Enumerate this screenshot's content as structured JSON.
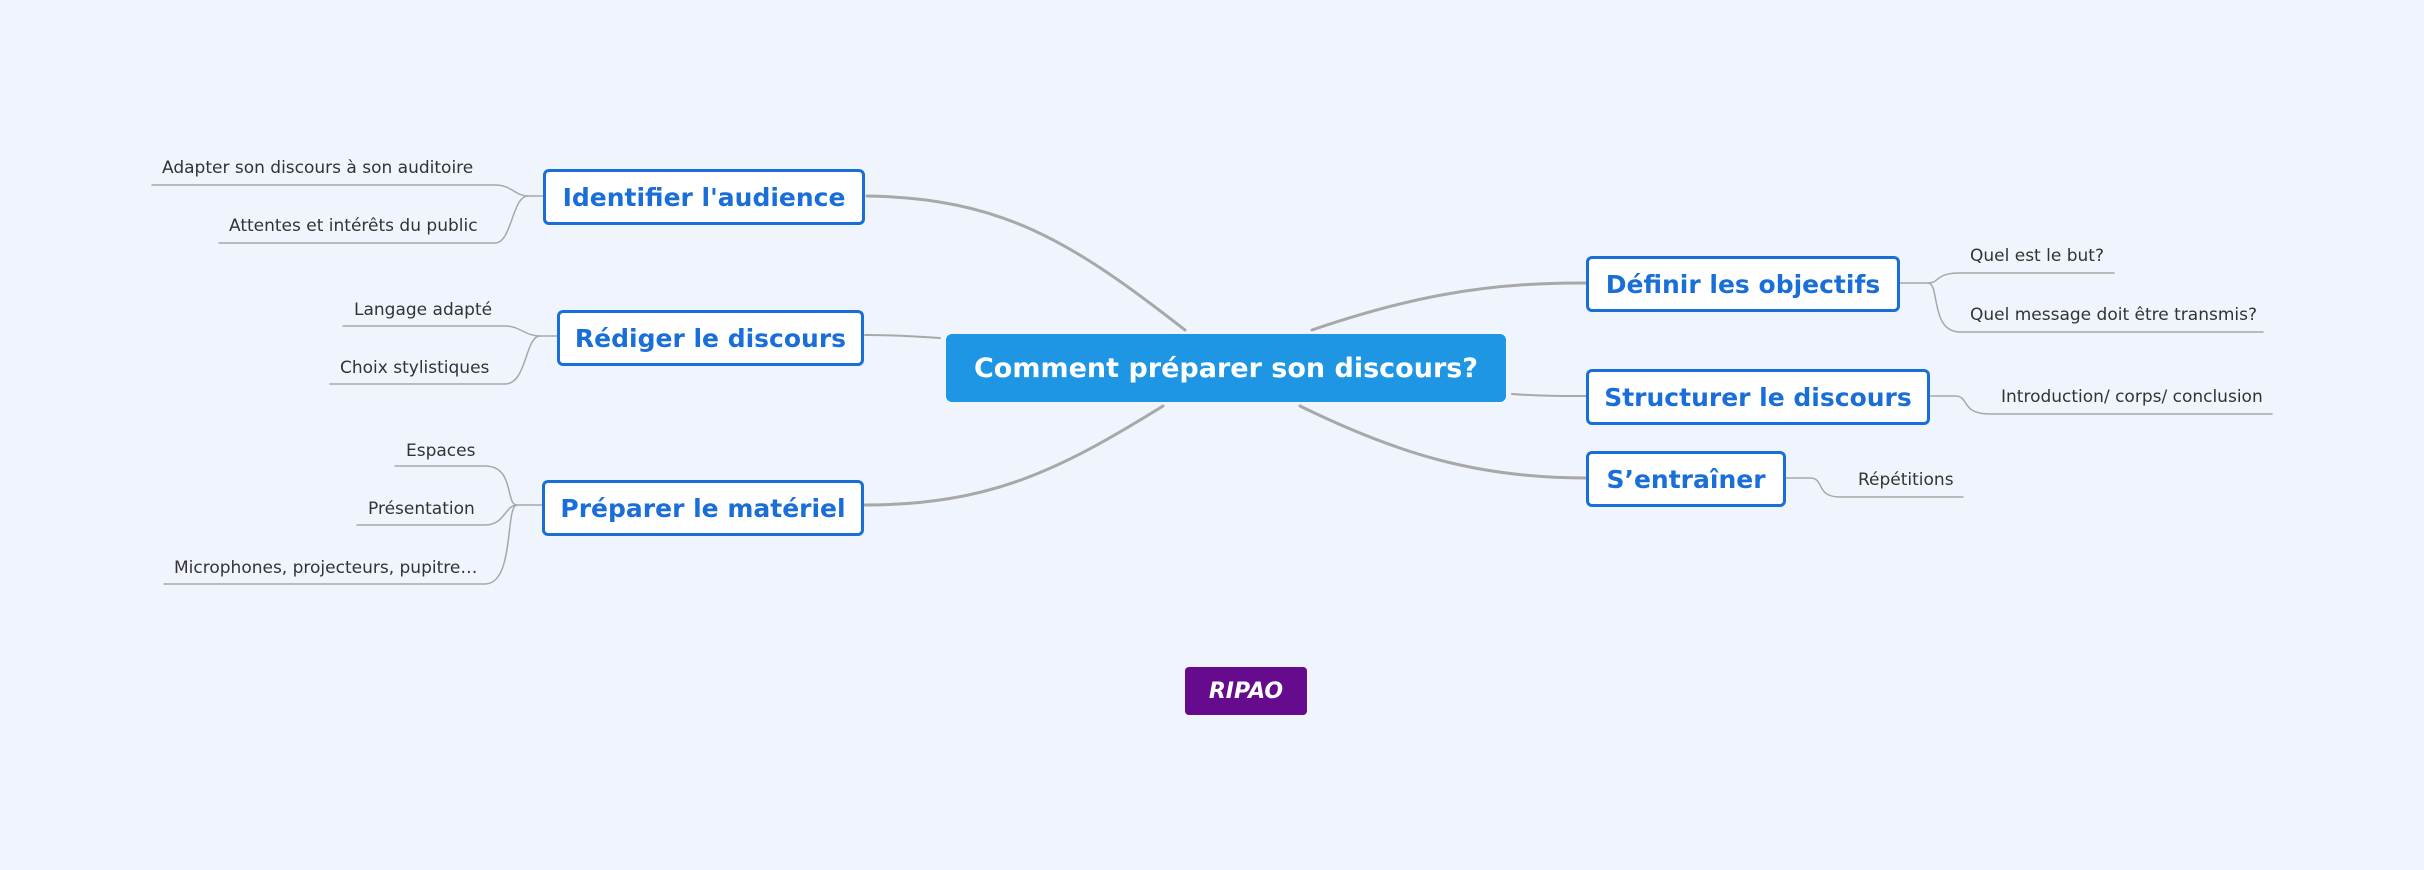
{
  "central_topic": "Comment préparer son discours?",
  "branches": [
    {
      "label": "Identifier l'audience",
      "children": [
        "Adapter son discours à  son auditoire",
        "Attentes et intérêts du public"
      ]
    },
    {
      "label": "Rédiger le discours",
      "children": [
        "Langage adapté",
        "Choix stylistiques"
      ]
    },
    {
      "label": "Préparer le matériel",
      "children": [
        "Espaces",
        "Présentation",
        "Microphones, projecteurs, pupitre…"
      ]
    },
    {
      "label": "Définir les objectifs",
      "children": [
        "Quel est le but?",
        "Quel message doit être transmis?"
      ]
    },
    {
      "label": "Structurer le discours",
      "children": [
        "Introduction/ corps/ conclusion"
      ]
    },
    {
      "label": "S’entraîner",
      "children": [
        "Répétitions"
      ]
    }
  ],
  "badge": "RIPAO",
  "colors": {
    "background": "#f0f5fd",
    "central_fill": "#1e96e4",
    "branch_border": "#1a6ed8",
    "connector": "#a8a8a8",
    "badge_fill": "#660a8e"
  }
}
